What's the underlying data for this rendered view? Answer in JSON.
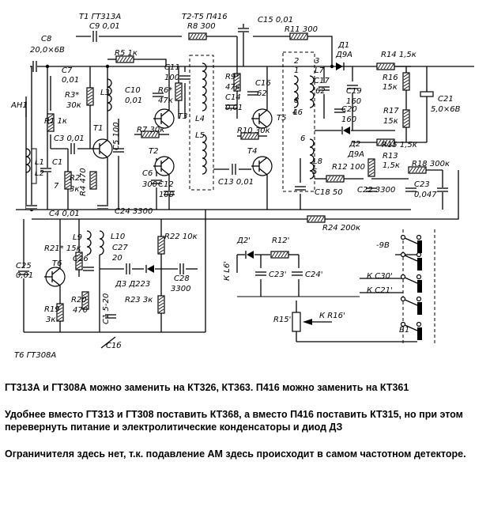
{
  "diagram": {
    "labels": {
      "t1_top": "T1  ГТ313А",
      "t2t5_top": "T2-T5  П416",
      "c8": "C8",
      "c8_val": "20,0×6В",
      "c9": "C9  0,01",
      "r8": "R8  300",
      "c15": "C15  0,01",
      "r11": "R11  300",
      "d1": "Д1",
      "d1_type": "Д9А",
      "r14": "R14  1,5к",
      "r5": "R5  1к",
      "c7": "C7",
      "c7_val": "0,01",
      "r3": "R3*",
      "r3_val": "30к",
      "l3": "L3",
      "c10": "C10",
      "c10_val": "0,01",
      "c11": "C11",
      "c11_val": "100",
      "r6": "R6*",
      "r6_val": "47к",
      "r9": "R9*",
      "r9_val": "47к",
      "c14": "C14",
      "c14_val": "0,01",
      "c16": "C16",
      "c16_val": "62",
      "l7": "L7",
      "c17": "C17",
      "c17_val": "62",
      "c19": "C19",
      "c19_val": "160",
      "c20": "C20",
      "c20_val": "160",
      "r16": "R16",
      "r16_val": "15к",
      "r17": "R17",
      "r17_val": "15к",
      "c21": "C21",
      "c21_val": "5,0×6В",
      "an1": "АН1",
      "r1": "R1  1к",
      "t1": "T1",
      "t3": "T3",
      "l4": "L4",
      "t5": "T5",
      "l6": "L6",
      "r7": "R7  30к",
      "r10": "R10  30к",
      "d2": "Д2",
      "d2_type": "Д9А",
      "r15": "R15  1,5к",
      "c3": "C3  0,01",
      "c5": "C5  100",
      "t2": "T2",
      "t4": "T4",
      "l5": "L5",
      "r13": "R13",
      "r13_val": "1,5к",
      "r18": "R18  300к",
      "l1": "L1",
      "l2": "L2",
      "c1": "C1",
      "c1_val": "7",
      "r2": "R2",
      "r2_val": "3к",
      "r4": "R4  470",
      "c6": "C6",
      "c6_val": "300",
      "c12": "C12",
      "c12_val": "100",
      "c13": "C13  0,01",
      "l8": "L8",
      "r12": "R12  100",
      "c22": "C22  3300",
      "c23": "C23",
      "c23_val": "0,047",
      "c18": "C18  50",
      "c4": "C4  0,01",
      "c24": "C24  3300",
      "r24": "R24  200к",
      "l9": "L9",
      "l10": "L10",
      "r21": "R21*  15к",
      "r22": "R22  10к",
      "c25": "C25",
      "c25_val": "0,01",
      "c26": "C26",
      "c27": "C27",
      "c27_val": "20",
      "t6": "T6",
      "d2p": "Д2'",
      "r12p": "R12'",
      "kl6": "К L6'",
      "c23p": "C23'",
      "c24p": "C24'",
      "r15p": "R15'",
      "kr16": "К R16'",
      "minus9v": "-9В",
      "kc30": "К C30'",
      "kc21": "К C21'",
      "b1": "B1",
      "d3": "Д3  Д223",
      "c28": "C28",
      "c28_val": "3300",
      "r20": "R20",
      "r20_val": "470",
      "r23": "R23  3к",
      "r19": "R19",
      "r19_val": "3к",
      "c5b": "C1  5-20",
      "c1b": "C1б",
      "t6_bottom": "T6  ГТ308А",
      "n1": "1",
      "n2": "2",
      "n3": "3",
      "n4": "4",
      "n5": "5",
      "n6": "6",
      "n8": "8"
    }
  },
  "notes": [
    "ГТ313А и ГТ308А можно заменить на КТ326, КТ363. П416 можно заменить на КТ361",
    "Удобнее вместо ГТ313 и ГТ308 поставить КТ368, а вместо П416 поставить КТ315, но при этом перевернуть питание и электролитические конденсаторы  и диод ДЗ",
    "Ограничителя здесь нет, т.к. подавление АМ здесь происходит в самом частотном детекторе."
  ]
}
